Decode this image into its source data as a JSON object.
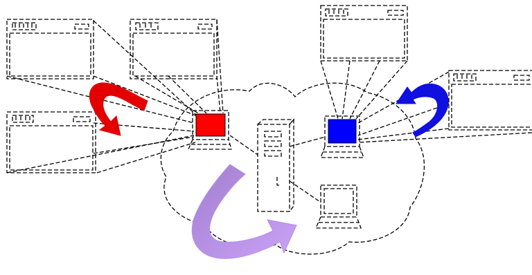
{
  "diagram": {
    "colors": {
      "line": "#000000",
      "background": "#ffffff",
      "screen_active_left": "#ff0000",
      "screen_active_right": "#0000ff",
      "arrow_red": "#e30000",
      "arrow_blue": "#1010e0",
      "arrow_purple_dark": "#a27fd0",
      "arrow_purple_light": "#c8a0f4"
    },
    "nodes": [
      {
        "id": "laptop-red",
        "kind": "laptop",
        "screen_color": "#ff0000"
      },
      {
        "id": "laptop-blue",
        "kind": "laptop",
        "screen_color": "#0000ff"
      },
      {
        "id": "laptop-plain",
        "kind": "laptop",
        "screen_color": "#ffffff"
      },
      {
        "id": "server",
        "kind": "tower-server"
      }
    ],
    "windows": [
      {
        "id": "window-top-left",
        "linked_to": "laptop-red"
      },
      {
        "id": "window-top-middle",
        "linked_to": "laptop-red"
      },
      {
        "id": "window-bottom-left",
        "linked_to": "laptop-red"
      },
      {
        "id": "window-top-right",
        "linked_to": "laptop-blue"
      },
      {
        "id": "window-right",
        "linked_to": "laptop-blue"
      }
    ],
    "arrows": [
      {
        "id": "arrow-red",
        "color": "#e30000"
      },
      {
        "id": "arrow-blue",
        "color": "#1010e0"
      },
      {
        "id": "arrow-purple",
        "color": "#c8a0f4"
      }
    ]
  }
}
